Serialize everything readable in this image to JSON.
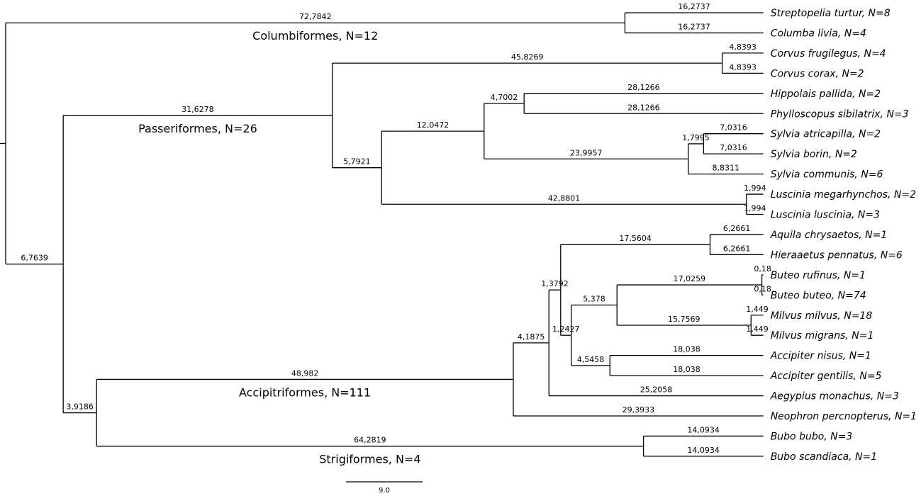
{
  "tree": {
    "label": "",
    "length": "",
    "children": [
      {
        "label": "",
        "length": "72,7842",
        "children": [
          {
            "label": "Streptopelia turtur, N=8",
            "length": "16,2737"
          },
          {
            "label": "Columba livia, N=4",
            "length": "16,2737"
          }
        ]
      },
      {
        "label": "",
        "length": "6,7639",
        "children": [
          {
            "label": "",
            "length": "31,6278",
            "children": [
              {
                "label": "",
                "length": "45,8269",
                "children": [
                  {
                    "label": "Corvus frugilegus, N=4",
                    "length": "4,8393"
                  },
                  {
                    "label": "Corvus corax, N=2",
                    "length": "4,8393"
                  }
                ]
              },
              {
                "label": "",
                "length": "5,7921",
                "children": [
                  {
                    "label": "",
                    "length": "12,0472",
                    "children": [
                      {
                        "label": "",
                        "length": "4,7002",
                        "children": [
                          {
                            "label": "Hippolais pallida, N=2",
                            "length": "28,1266"
                          },
                          {
                            "label": "Phylloscopus sibilatrix, N=3",
                            "length": "28,1266"
                          }
                        ]
                      },
                      {
                        "label": "",
                        "length": "23,9957",
                        "children": [
                          {
                            "label": "",
                            "length": "1,7995",
                            "children": [
                              {
                                "label": "Sylvia atricapilla, N=2",
                                "length": "7,0316"
                              },
                              {
                                "label": "Sylvia borin, N=2",
                                "length": "7,0316"
                              }
                            ]
                          },
                          {
                            "label": "Sylvia communis, N=6",
                            "length": "8,8311"
                          }
                        ]
                      }
                    ]
                  },
                  {
                    "label": "",
                    "length": "42,8801",
                    "children": [
                      {
                        "label": "Luscinia megarhynchos, N=2",
                        "length": "1,994"
                      },
                      {
                        "label": "Luscinia luscinia, N=3",
                        "length": "1,994"
                      }
                    ]
                  }
                ]
              }
            ]
          },
          {
            "label": "",
            "length": "3,9186",
            "children": [
              {
                "label": "",
                "length": "48,982",
                "children": [
                  {
                    "label": "",
                    "length": "4,1875",
                    "children": [
                      {
                        "label": "",
                        "length": "1,3792",
                        "children": [
                          {
                            "label": "",
                            "length": "17,5604",
                            "children": [
                              {
                                "label": "Aquila chrysaetos, N=1",
                                "length": "6,2661"
                              },
                              {
                                "label": "Hieraaetus pennatus, N=6",
                                "length": "6,2661"
                              }
                            ]
                          },
                          {
                            "label": "",
                            "length": "1,2427",
                            "children": [
                              {
                                "label": "",
                                "length": "5,378",
                                "children": [
                                  {
                                    "label": "",
                                    "length": "17,0259",
                                    "children": [
                                      {
                                        "label": "Buteo rufinus, N=1",
                                        "length": "0,18"
                                      },
                                      {
                                        "label": "Buteo buteo, N=74",
                                        "length": "0,18"
                                      }
                                    ]
                                  },
                                  {
                                    "label": "",
                                    "length": "15,7569",
                                    "children": [
                                      {
                                        "label": "Milvus milvus, N=18",
                                        "length": "1,449"
                                      },
                                      {
                                        "label": "Milvus migrans, N=1",
                                        "length": "1,449"
                                      }
                                    ]
                                  }
                                ]
                              },
                              {
                                "label": "",
                                "length": "4,5458",
                                "children": [
                                  {
                                    "label": "Accipiter nisus, N=1",
                                    "length": "18,038"
                                  },
                                  {
                                    "label": "Accipiter gentilis, N=5",
                                    "length": "18,038"
                                  }
                                ]
                              }
                            ]
                          }
                        ]
                      },
                      {
                        "label": "Aegypius monachus, N=3",
                        "length": "25,2058"
                      }
                    ]
                  },
                  {
                    "label": "Neophron percnopterus, N=1",
                    "length": "29,3933"
                  }
                ]
              },
              {
                "label": "",
                "length": "64,2819",
                "children": [
                  {
                    "label": "Bubo bubo, N=3",
                    "length": "14,0934"
                  },
                  {
                    "label": "Bubo scandiaca, N=1",
                    "length": "14,0934"
                  }
                ]
              }
            ]
          }
        ]
      }
    ]
  },
  "groups": [
    {
      "label": "Columbiformes, N=12",
      "clade": "0"
    },
    {
      "label": "Passeriformes, N=26",
      "clade": "1.0"
    },
    {
      "label": "Accipitriformes, N=111",
      "clade": "1.1.0"
    },
    {
      "label": "Strigiformes, N=4",
      "clade": "1.1.1"
    }
  ],
  "scale_bar": {
    "label": "9.0",
    "value": 9.0
  }
}
